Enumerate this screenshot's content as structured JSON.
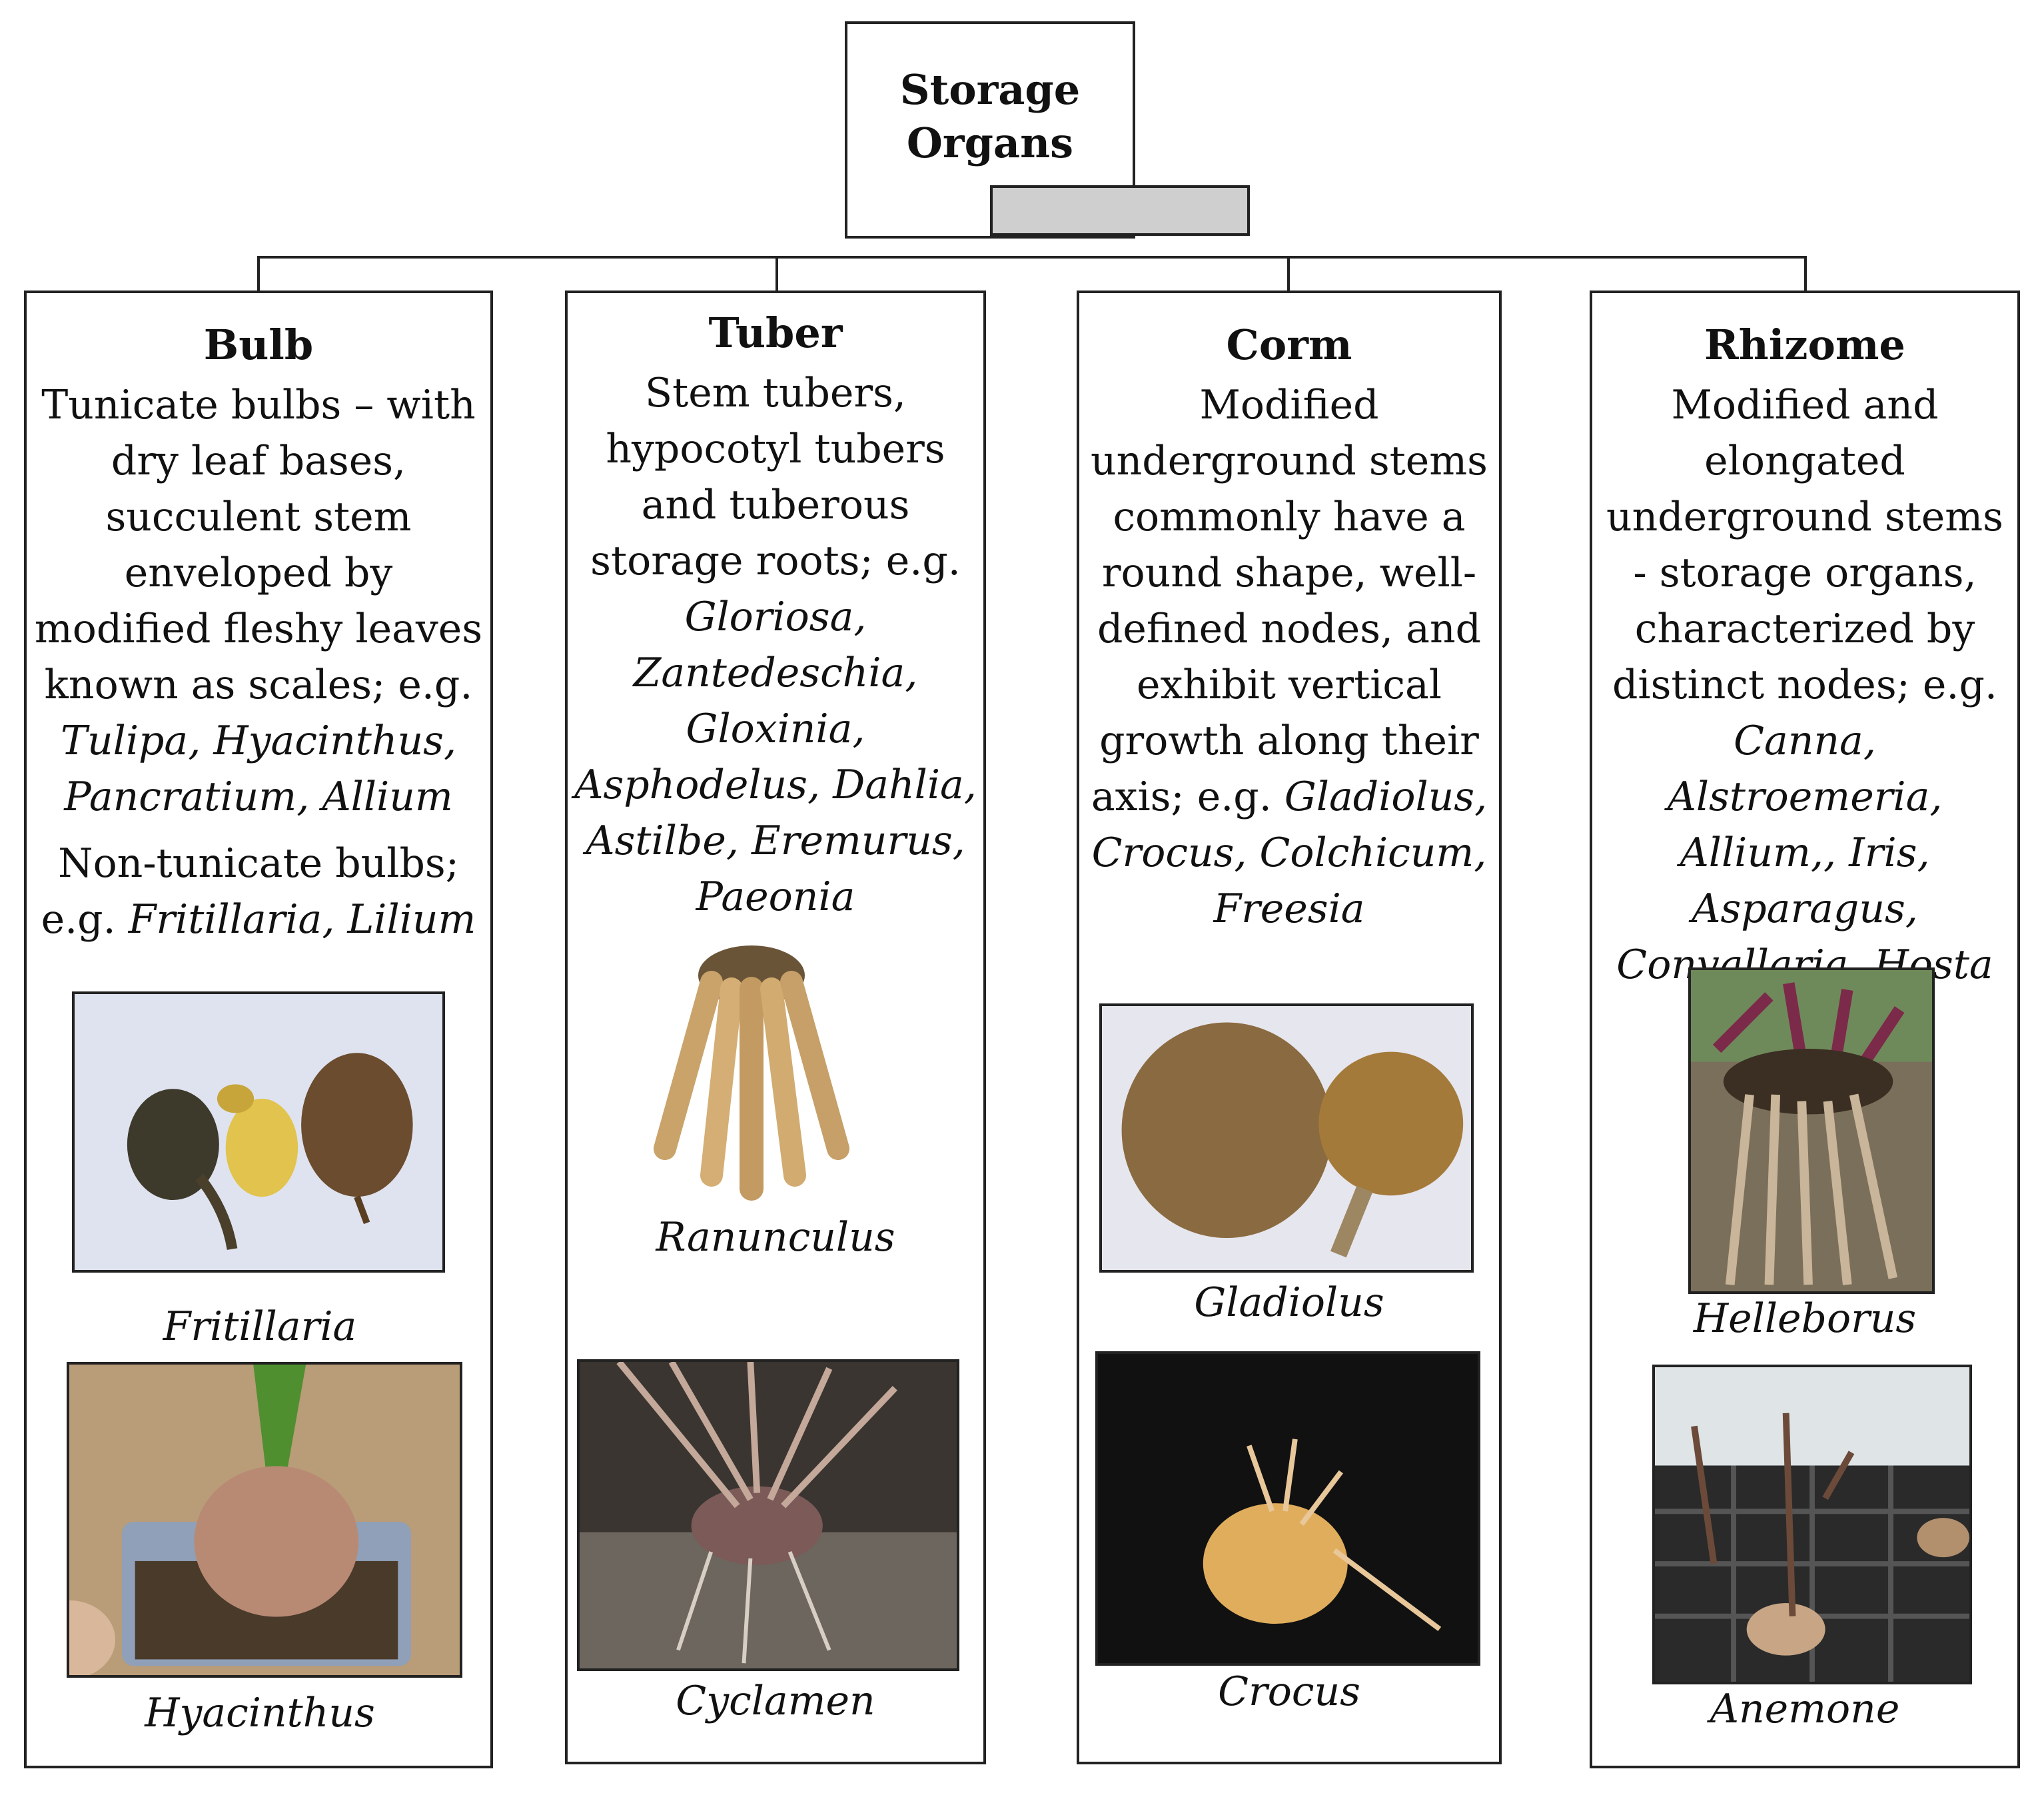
{
  "root": {
    "line1": "Storage",
    "line2": "Organs"
  },
  "columns": [
    {
      "title": "Bulb",
      "desc": "Tunicate bulbs – with dry leaf bases, succulent stem enveloped by modified fleshy leaves known as scales; e.g.",
      "genera": "Tulipa, Hyacinthus, Pancratium, Allium",
      "desc2_prefix": "Non-tunicate bulbs; e.g.",
      "genera2": "Fritillaria, Lilium",
      "photos": [
        {
          "caption": "Fritillaria",
          "subject": "bulbs"
        },
        {
          "caption": "Hyacinthus",
          "subject": "hyacinth bulb in pot"
        }
      ]
    },
    {
      "title": "Tuber",
      "desc": "Stem tubers, hypocotyl tubers and tuberous storage roots; e.g.",
      "genera": "Gloriosa, Zantedeschia, Gloxinia, Asphodelus, Dahlia, Astilbe, Eremurus, Paeonia",
      "photos": [
        {
          "caption": "Ranunculus",
          "subject": "tuberous roots"
        },
        {
          "caption": "Cyclamen",
          "subject": "cyclamen tuber"
        }
      ]
    },
    {
      "title": "Corm",
      "desc": "Modified underground stems commonly have a round shape, well-defined nodes, and exhibit vertical growth along their axis; e.g.",
      "genera": "Gladiolus, Crocus, Colchicum, Freesia",
      "photos": [
        {
          "caption": "Gladiolus",
          "subject": "gladiolus corms"
        },
        {
          "caption": "Crocus",
          "subject": "crocus corm"
        }
      ]
    },
    {
      "title": "Rhizome",
      "desc": "Modified and elongated underground stems - storage organs, characterized by distinct nodes; e.g.",
      "genera": "Canna, Alstroemeria, Allium,, Iris, Asparagus, Convallaria, Hosta",
      "photos": [
        {
          "caption": "Helleborus",
          "subject": "rhizome with roots"
        },
        {
          "caption": "Anemone",
          "subject": "seedling tray"
        }
      ]
    }
  ]
}
